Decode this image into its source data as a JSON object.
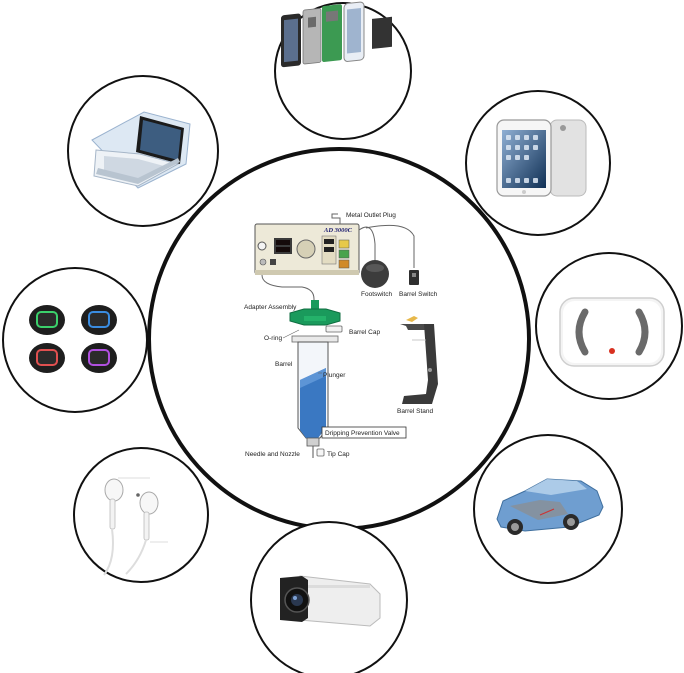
{
  "center_diagram": {
    "controller_model": "AD 3000C",
    "labels": {
      "metal_outlet_plug": "Metal Outlet Plug",
      "footswitch": "Footswitch",
      "barrel_switch": "Barrel Switch",
      "adapter_assembly": "Adapter Assembly",
      "o_ring": "O-ring",
      "barrel_cap": "Barrel Cap",
      "barrel": "Barrel",
      "plunger": "Plunger",
      "barrel_stand": "Barrel Stand",
      "dripping_prevention_valve": "Dripping Prevention Valve",
      "needle_and_nozzle": "Needle and Nozzle",
      "tip_cap": "Tip Cap"
    }
  },
  "applications": [
    {
      "icon": "phone-components-icon"
    },
    {
      "icon": "tablet-icon"
    },
    {
      "icon": "wireless-charger-icon"
    },
    {
      "icon": "car-cutaway-icon"
    },
    {
      "icon": "security-camera-icon"
    },
    {
      "icon": "earphones-icon"
    },
    {
      "icon": "smartwatch-icon"
    },
    {
      "icon": "laptop-icon"
    }
  ],
  "colors": {
    "outline": "#111111",
    "controller_body": "#ede9d8",
    "adapter_green": "#1a9a5c",
    "barrel_fill": "#3a78c2",
    "stand_dark": "#3a3a3a",
    "display_red": "#ff3030"
  }
}
